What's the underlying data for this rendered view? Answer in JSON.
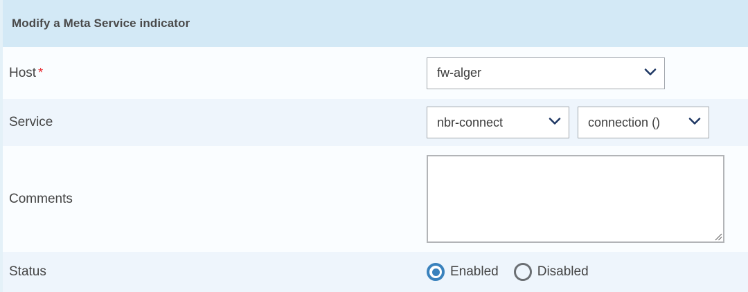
{
  "header": {
    "title": "Modify a Meta Service indicator"
  },
  "rows": {
    "host": {
      "label": "Host",
      "required_marker": "*",
      "select": {
        "value": "fw-alger",
        "icon": "chevron-down-icon"
      }
    },
    "service": {
      "label": "Service",
      "select_service": {
        "value": "nbr-connect",
        "icon": "chevron-down-icon"
      },
      "select_metric": {
        "value": "connection ()",
        "icon": "chevron-down-icon"
      }
    },
    "comments": {
      "label": "Comments",
      "textarea": {
        "value": "",
        "placeholder": ""
      }
    },
    "status": {
      "label": "Status",
      "options": [
        {
          "label": "Enabled",
          "selected": true
        },
        {
          "label": "Disabled",
          "selected": false
        }
      ]
    }
  },
  "colors": {
    "header_background": "#d3e9f6",
    "row_light": "#fafdff",
    "row_shaded": "#eef5fc",
    "left_stripe": "#e4f1f8",
    "required_star": "#e8262c",
    "chevron": "#1f3864",
    "radio_selected": "#3a82bd",
    "radio_unselected": "#6b6f73",
    "label_text": "#444444",
    "title_text": "#4a4a4a",
    "field_border": "#a2a7ad"
  }
}
